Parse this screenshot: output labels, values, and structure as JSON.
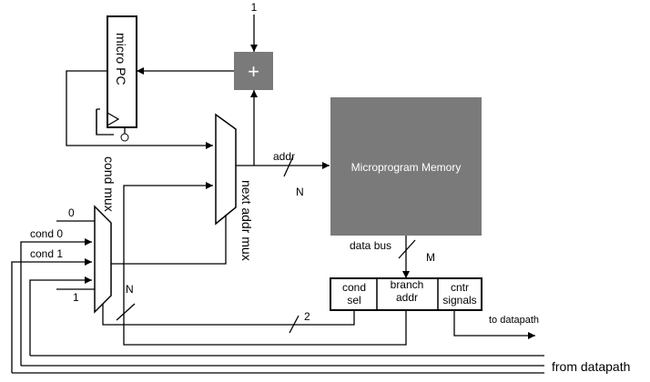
{
  "blocks": {
    "micro_pc": "micro PC",
    "adder_symbol": "+",
    "adder_increment": "1",
    "memory": "Microprogram Memory",
    "next_addr_mux": "next addr mux",
    "cond_mux": "cond mux",
    "cond_sel": [
      "cond",
      "sel"
    ],
    "branch_addr": [
      "branch",
      "addr"
    ],
    "cntr_signals": [
      "cntr",
      "signals"
    ]
  },
  "cond_mux_inputs": [
    "0",
    "cond 0",
    "cond 1",
    "1"
  ],
  "wire_labels": {
    "addr": "addr",
    "addr_width": "N",
    "data_bus": "data bus",
    "data_width": "M",
    "branch_width": "N",
    "sel_width": "2",
    "to_datapath": "to datapath",
    "from_datapath": "from datapath"
  },
  "colors": {
    "memory_fill": "#7a7a7a",
    "adder_fill": "#7a7a7a",
    "line": "#000000"
  }
}
